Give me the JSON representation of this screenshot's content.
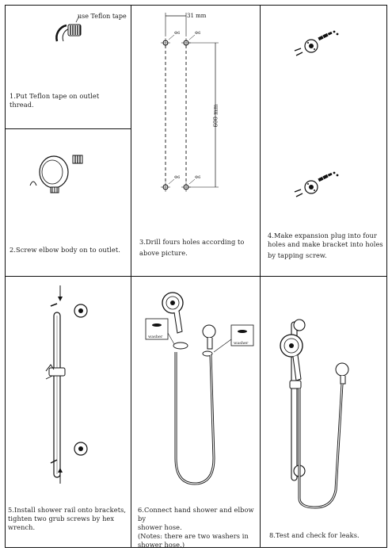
{
  "steps": [
    {
      "caption_lines": [
        "1.Put Teflon tape on outlet",
        "thread."
      ],
      "callout": "use Teflon tape"
    },
    {
      "caption_lines": [
        "2.Screw elbow body on to outlet."
      ]
    },
    {
      "caption_lines": [
        "3.Drill fours holes according to",
        "above picture."
      ],
      "dim_width": "31 mm",
      "dim_height": "600 mm",
      "hole_label": "Φ6"
    },
    {
      "caption_lines": [
        "4.Make expansion plug into four",
        "holes and make bracket into holes",
        "by tapping screw."
      ]
    },
    {
      "caption_lines": [
        "5.Install shower rail onto brackets,",
        "tighten two grub screws by hex wrench."
      ]
    },
    {
      "caption_lines": [
        "6.Connect hand shower and elbow by",
        "shower hose.",
        "(Notes: there are two washers in",
        "shower hose.)"
      ],
      "washer_label": "washer"
    },
    {
      "caption_lines": [
        "8.Test and check for leaks."
      ]
    }
  ]
}
